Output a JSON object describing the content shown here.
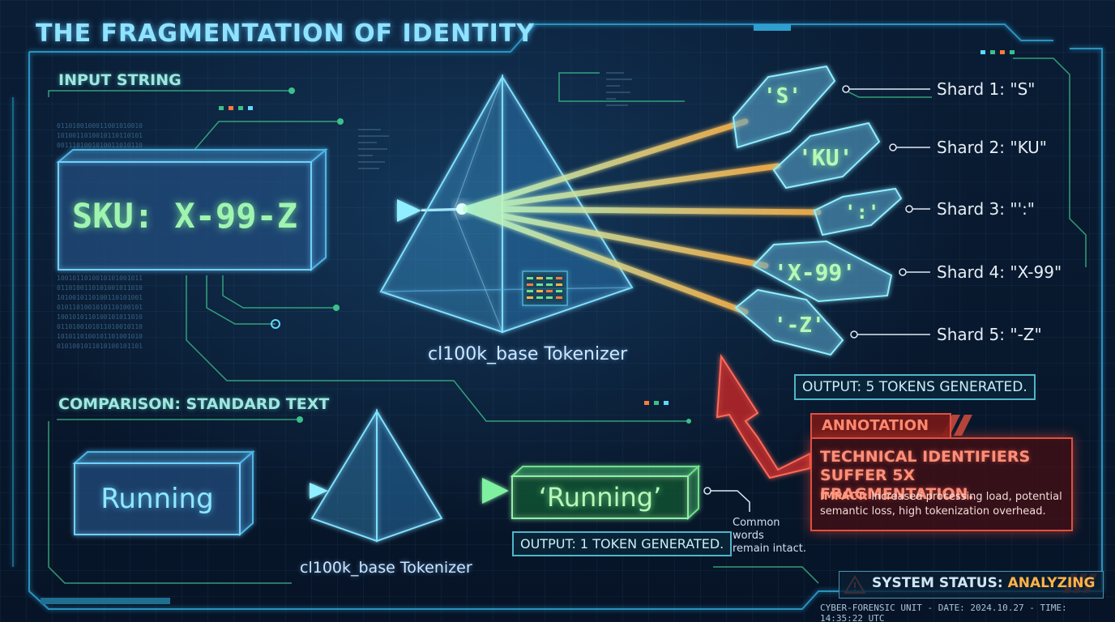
{
  "title": "THE FRAGMENTATION OF IDENTITY",
  "input_section": {
    "label": "INPUT STRING",
    "value": "SKU: X-99-Z",
    "tokenizer_label": "cl100k_base Tokenizer"
  },
  "shards": [
    {
      "token": "'S'",
      "label": "Shard 1: \"S\""
    },
    {
      "token": "'KU'",
      "label": "Shard 2: \"KU\""
    },
    {
      "token": "':'",
      "label": "Shard 3: \"':\""
    },
    {
      "token": "'X-99'",
      "label": "Shard 4: \"X-99\""
    },
    {
      "token": "'-Z'",
      "label": "Shard 5: \"-Z\""
    }
  ],
  "output_main": "OUTPUT: 5 TOKENS GENERATED.",
  "comparison_section": {
    "label": "COMPARISON: STANDARD TEXT",
    "value": "Running",
    "tokenizer_label": "cl100k_base Tokenizer",
    "result_token": "‘Running’",
    "output": "OUTPUT: 1 TOKEN GENERATED.",
    "note_line1": "Common",
    "note_line2": "words",
    "note_line3": "remain intact."
  },
  "annotation": {
    "header": "ANNOTATION",
    "headline": "TECHNICAL IDENTIFIERS SUFFER 5X FRAGMENTATION.",
    "impact_label": "IMPACT:",
    "impact_text": " Increased processing load, potential semantic loss, high tokenization overhead."
  },
  "status": {
    "label": "SYSTEM STATUS:",
    "value": "ANALYZING"
  },
  "footer": "CYBER-FORENSIC UNIT - DATE: 2024.10.27 - TIME: 14:35:22 UTC",
  "colors": {
    "cyan": "#5fd8ff",
    "green": "#6fe08a",
    "orange": "#ffb347",
    "red": "#e05040"
  },
  "icons": [
    "warning-icon",
    "prism-icon",
    "arrow-icon"
  ]
}
